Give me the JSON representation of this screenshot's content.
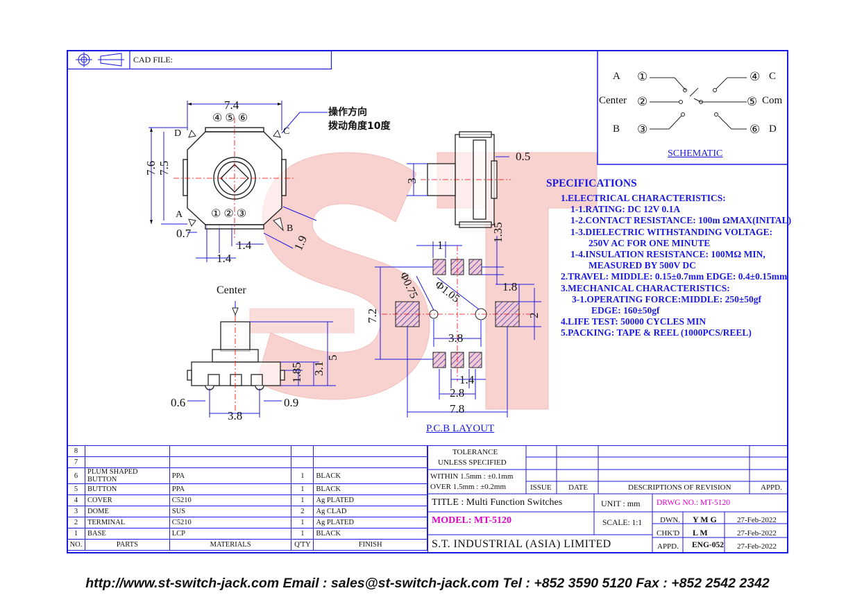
{
  "title_block": {
    "cad_file_label": "CAD FILE:",
    "title": "TITLE : Multi Function Switches",
    "model": "MODEL: MT-5120",
    "unit": "UNIT :  mm",
    "drwg_no": "DRWG NO.: MT-5120",
    "scale": "SCALE:  1:1",
    "company": "S.T. INDUSTRIAL  (ASIA)  LIMITED",
    "dwn_label": "DWN.",
    "dwn_value": "Y M G",
    "dwn_date": "27-Feb-2022",
    "chkd_label": "CHK'D",
    "chkd_value": "L M",
    "chkd_date": "27-Feb-2022",
    "appd_label": "APPD.",
    "appd_value": "ENG-052",
    "appd_date": "27-Feb-2022"
  },
  "tolerance": {
    "line1": "TOLERANCE",
    "line2": "UNLESS   SPECIFIED",
    "within": "WITHIN  1.5mm : ±0.1mm",
    "over": "OVER    1.5mm : ±0.2mm"
  },
  "revision": {
    "issue": "ISSUE",
    "date": "DATE",
    "desc": "DESCRIPTIONS  OF  REVISION",
    "appd": "APPD."
  },
  "parts": {
    "headers": [
      "NO.",
      "PARTS",
      "MATERIALS",
      "Q'TY",
      "FINISH"
    ],
    "rows": [
      [
        "8",
        "",
        "",
        "",
        ""
      ],
      [
        "7",
        "",
        "",
        "",
        ""
      ],
      [
        "6",
        "PLUM SHAPED BUTTON",
        "PPA",
        "1",
        "BLACK"
      ],
      [
        "5",
        "BUTTON",
        "PPA",
        "1",
        "BLACK"
      ],
      [
        "4",
        "COVER",
        "C5210",
        "1",
        "Ag PLATED"
      ],
      [
        "3",
        "DOME",
        "SUS",
        "2",
        "Ag CLAD"
      ],
      [
        "2",
        "TERMINAL",
        "C5210",
        "1",
        "Ag PLATED"
      ],
      [
        "1",
        "BASE",
        "LCP",
        "1",
        "BLACK"
      ]
    ]
  },
  "specifications": {
    "heading": "SPECIFICATIONS",
    "lines": [
      "1.ELECTRICAL  CHARACTERISTICS:",
      "   1-1.RATING: DC 12V 0.1A",
      "   1-2.CONTACT  RESISTANCE: 100m ΩMAX(INITAL)",
      "   1-3.DIELECTRIC  WITHSTANDING  VOLTAGE:",
      "         250V  AC  FOR  ONE  MINUTE",
      "   1-4.INSULATION  RESISTANCE: 100MΩ MIN,",
      "        MEASURED  BY  500V  DC",
      "2.TRAVEL: MIDDLE: 0.15±0.7mm  EDGE: 0.4±0.15mm",
      "3.MECHANICAL  CHARACTERISTICS:",
      "    3-1.OPERATING  FORCE:MIDDLE: 250±50gf",
      "           EDGE: 160±50gf",
      "4.LIFE  TEST: 50000  CYCLES  MIN",
      "5.PACKING: TAPE  &  REEL  (1000PCS/REEL)"
    ]
  },
  "schematic": {
    "label": "SCHEMATIC",
    "left": [
      {
        "letter": "A",
        "pin": "①"
      },
      {
        "letter": "Center",
        "pin": "②"
      },
      {
        "letter": "B",
        "pin": "③"
      }
    ],
    "right": [
      {
        "pin": "④",
        "letter": "C"
      },
      {
        "pin": "⑤",
        "letter": "Com"
      },
      {
        "pin": "⑥",
        "letter": "D"
      }
    ]
  },
  "top_view": {
    "width_dim": "7.4",
    "h1": "7.6",
    "h2": "7.5",
    "pins_top": "④ ⑤ ⑥",
    "pins_bottom": "① ② ③",
    "d_label": "D",
    "c_label": "C",
    "a_label": "A",
    "b_label": "B",
    "note1": "操作方向",
    "note2": "拨动角度10度",
    "dim_07": "0.7",
    "dim_14a": "1.4",
    "dim_14b": "1.4",
    "dim_19": "1.9"
  },
  "side_view": {
    "dim_05": "0.5",
    "dim_3": "3"
  },
  "front_view": {
    "center_label": "Center",
    "dim_5": "5",
    "dim_31": "3.1",
    "dim_185": "1.85",
    "dim_06": "0.6",
    "dim_09": "0.9",
    "dim_38": "3.8"
  },
  "pcb": {
    "label": "P.C.B LAYOUT",
    "dim_1": "1",
    "dim_135": "1.35",
    "dim_phi075": "Φ0.75",
    "dim_phi105": "Φ1.05",
    "dim_18": "1.8",
    "dim_72": "7.2",
    "dim_2": "2",
    "dim_38": "3.8",
    "dim_14": "1.4",
    "dim_28": "2.8",
    "dim_78": "7.8"
  },
  "watermark": "ST",
  "footer": "http://www.st-switch-jack.com  Email : sales@st-switch-jack.com  Tel : +852 3590 5120  Fax : +852 2542 2342",
  "colors": {
    "line": "#1a1ae0",
    "watermark": "#f4b6b2",
    "magenta": "#e000c8"
  }
}
